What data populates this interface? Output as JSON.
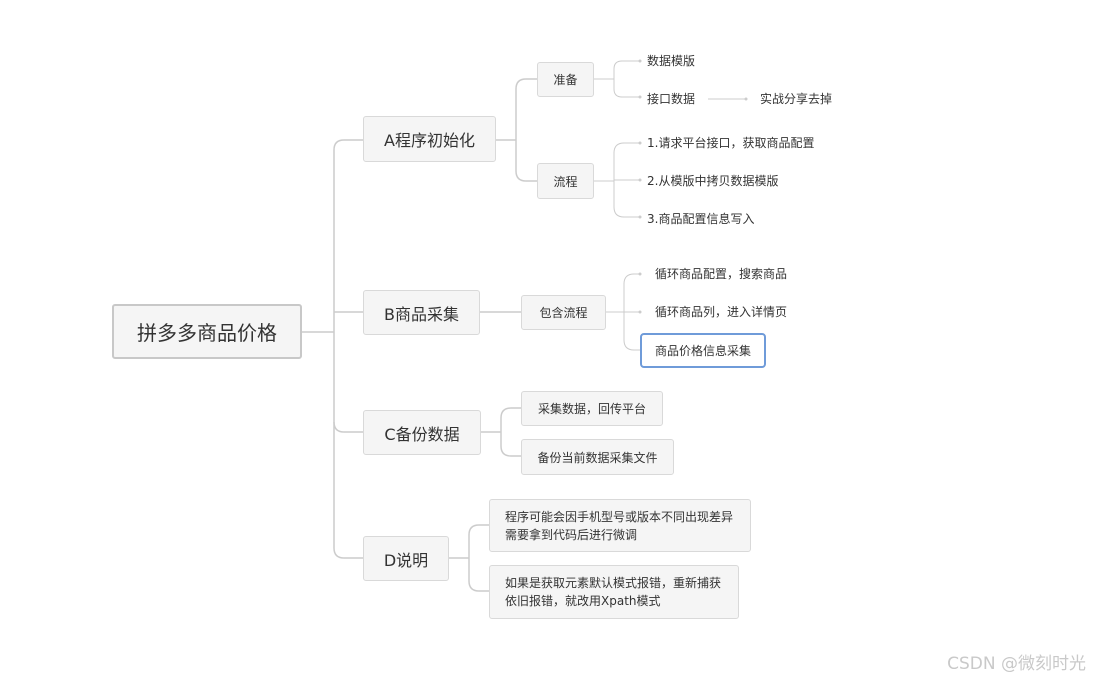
{
  "root": {
    "label": "拼多多商品价格"
  },
  "branches": {
    "a": {
      "label": "A程序初始化",
      "prep": {
        "label": "准备",
        "leaves": [
          "数据模版",
          "接口数据"
        ],
        "sub_leaf": "实战分享去掉"
      },
      "flow": {
        "label": "流程",
        "leaves": [
          "1.请求平台接口，获取商品配置",
          "2.从模版中拷贝数据模版",
          "3.商品配置信息写入"
        ]
      }
    },
    "b": {
      "label": "B商品采集",
      "contains": {
        "label": "包含流程",
        "leaves": [
          "循环商品配置，搜索商品",
          "循环商品列，进入详情页",
          "商品价格信息采集"
        ]
      }
    },
    "c": {
      "label": "C备份数据",
      "items": [
        "采集数据，回传平台",
        "备份当前数据采集文件"
      ]
    },
    "d": {
      "label": "D说明",
      "notes": [
        {
          "line1": "程序可能会因手机型号或版本不同出现差异",
          "line2": "需要拿到代码后进行微调"
        },
        {
          "line1": "如果是获取元素默认模式报错，重新捕获",
          "line2": "依旧报错，就改用Xpath模式"
        }
      ]
    }
  },
  "colors": {
    "line": "#cccccc",
    "node_fill": "#f5f5f5",
    "node_border": "#d9d9d9",
    "selected_border": "#6f9bd9"
  },
  "watermark": "CSDN @微刻时光"
}
